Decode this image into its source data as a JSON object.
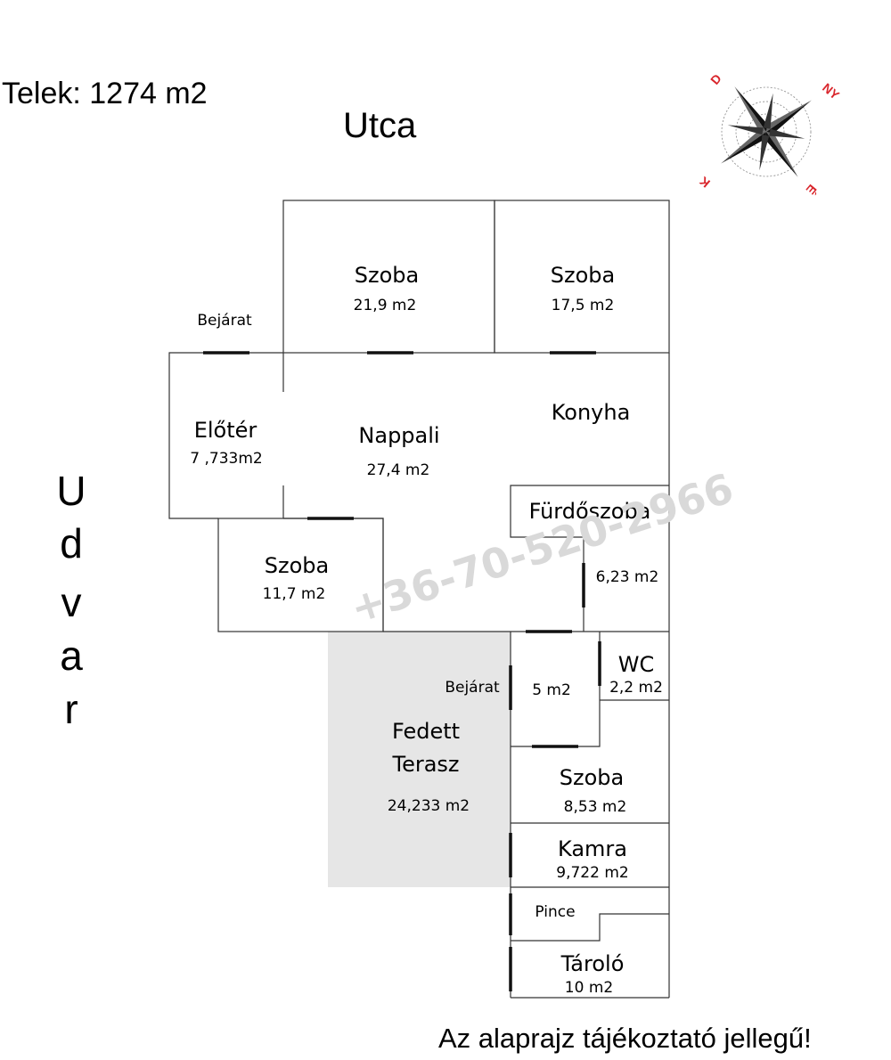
{
  "plot_label": "Telek: 1274 m2",
  "street_label": "Utca",
  "yard_label": [
    "U",
    "d",
    "v",
    "a",
    "r"
  ],
  "compass": {
    "letters": [
      "NY",
      "D",
      "K",
      "É"
    ]
  },
  "watermark": "+36-70-520-2966",
  "disclaimer": "Az alaprajz tájékoztató jellegű!",
  "colors": {
    "terrace_fill": "#e6e6e6",
    "compass_accent": "#d9262c"
  },
  "entrances": [
    "Bejárat",
    "Bejárat"
  ],
  "rooms": [
    {
      "name": "Szoba",
      "area": "21,9 m2"
    },
    {
      "name": "Szoba",
      "area": "17,5 m2"
    },
    {
      "name": "Előtér",
      "area": "7 ,733m2"
    },
    {
      "name": "Nappali",
      "area": "27,4 m2"
    },
    {
      "name": "Konyha",
      "area": ""
    },
    {
      "name": "Fürdőszoba",
      "area": "6,23 m2"
    },
    {
      "name": "Szoba",
      "area": "11,7 m2"
    },
    {
      "name": "WC",
      "area": "2,2 m2"
    },
    {
      "name": "",
      "area": "5 m2"
    },
    {
      "name": "Fedett",
      "area": "24,233 m2"
    },
    {
      "name": "Szoba",
      "area": "8,53 m2"
    },
    {
      "name": "Kamra",
      "area": "9,722 m2"
    },
    {
      "name": "Pince",
      "area": ""
    },
    {
      "name": "Tároló",
      "area": "10 m2"
    }
  ],
  "terrace_second_line": "Terasz"
}
